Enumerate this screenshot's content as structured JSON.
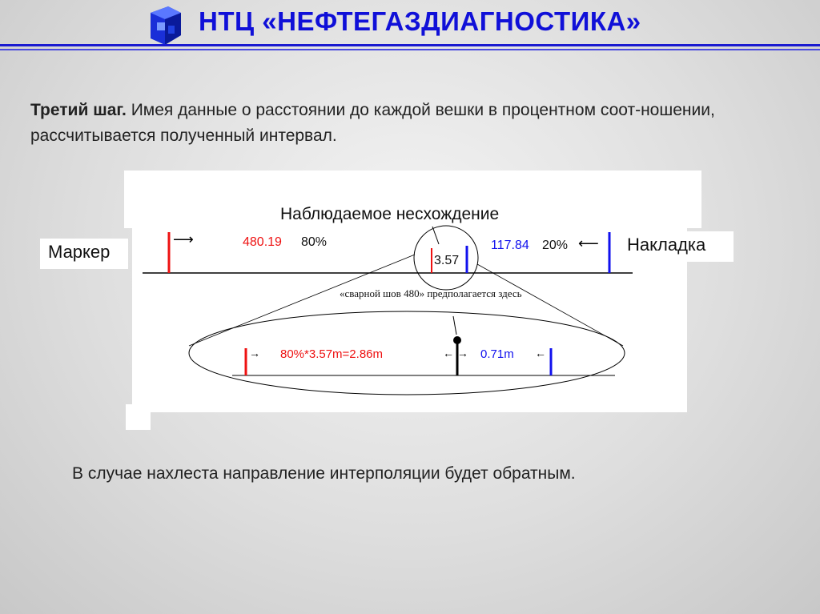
{
  "header": {
    "title": "НТЦ «НЕФТЕГАЗДИАГНОСТИКА»",
    "logo_icon": "cube-logo-icon"
  },
  "intro": {
    "bold": "Третий шаг.",
    "text": " Имея данные о расстоянии до каждой вешки в процентном соот-ношении, рассчитывается полученный интервал."
  },
  "diagram": {
    "heading": "Наблюдаемое несхождение",
    "marker_label": "Маркер",
    "overlay_label": "Накладка",
    "left_distance": "480.19",
    "left_percent": "80%",
    "mismatch": "3.57",
    "right_distance": "117.84",
    "right_percent": "20%",
    "weld_caption": "«сварной шов 480» предполагается здесь",
    "calc_left": "80%*3.57m=2.86m",
    "calc_right": "0.71m",
    "colors": {
      "red": "#ee1111",
      "blue": "#1111ee"
    }
  },
  "footer": {
    "text": "В случае нахлеста направление интерполяции будет обратным."
  }
}
